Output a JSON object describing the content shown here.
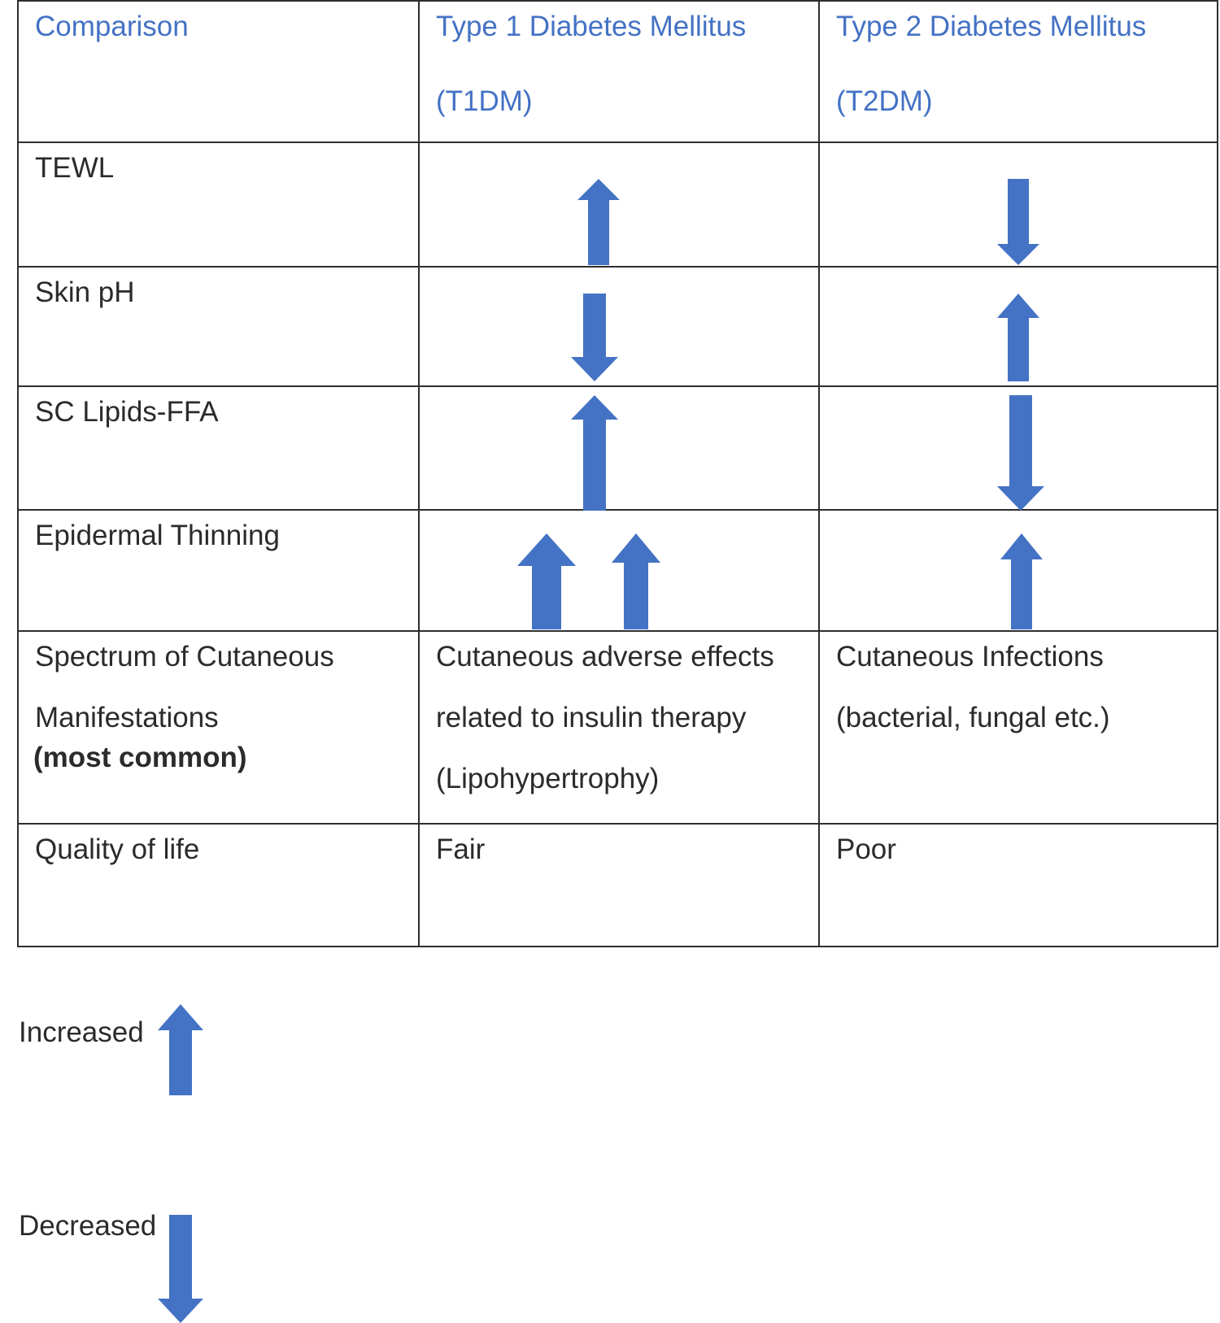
{
  "table": {
    "header": {
      "col0": "Comparison",
      "col1_line1": "Type 1 Diabetes Mellitus",
      "col1_line2": "(T1DM)",
      "col2_line1": "Type 2 Diabetes Mellitus",
      "col2_line2": "(T2DM)"
    },
    "rows": [
      {
        "label": "TEWL",
        "t1": "up",
        "t2": "down"
      },
      {
        "label": "Skin pH",
        "t1": "down",
        "t2": "up"
      },
      {
        "label": "SC Lipids-FFA",
        "t1": "up",
        "t2": "down"
      },
      {
        "label": "Epidermal Thinning",
        "t1": "up-up",
        "t2": "up"
      }
    ],
    "spectrum": {
      "label_line1": "Spectrum of Cutaneous",
      "label_line2": "Manifestations",
      "label_line3": "(most common)",
      "t1_line1_words": [
        "Cutaneous",
        "adverse",
        "effects"
      ],
      "t1_line2": "related to insulin therapy",
      "t1_line3": "(Lipohypertrophy)",
      "t2_line1": "Cutaneous Infections",
      "t2_line2": "(bacterial, fungal etc.)"
    },
    "quality": {
      "label": "Quality of life",
      "t1": "Fair",
      "t2": "Poor"
    }
  },
  "legend": {
    "increased": "Increased",
    "decreased": "Decreased"
  },
  "colors": {
    "arrow": "#4472c4",
    "header_text": "#4472c4",
    "border": "#2e2e2e"
  }
}
